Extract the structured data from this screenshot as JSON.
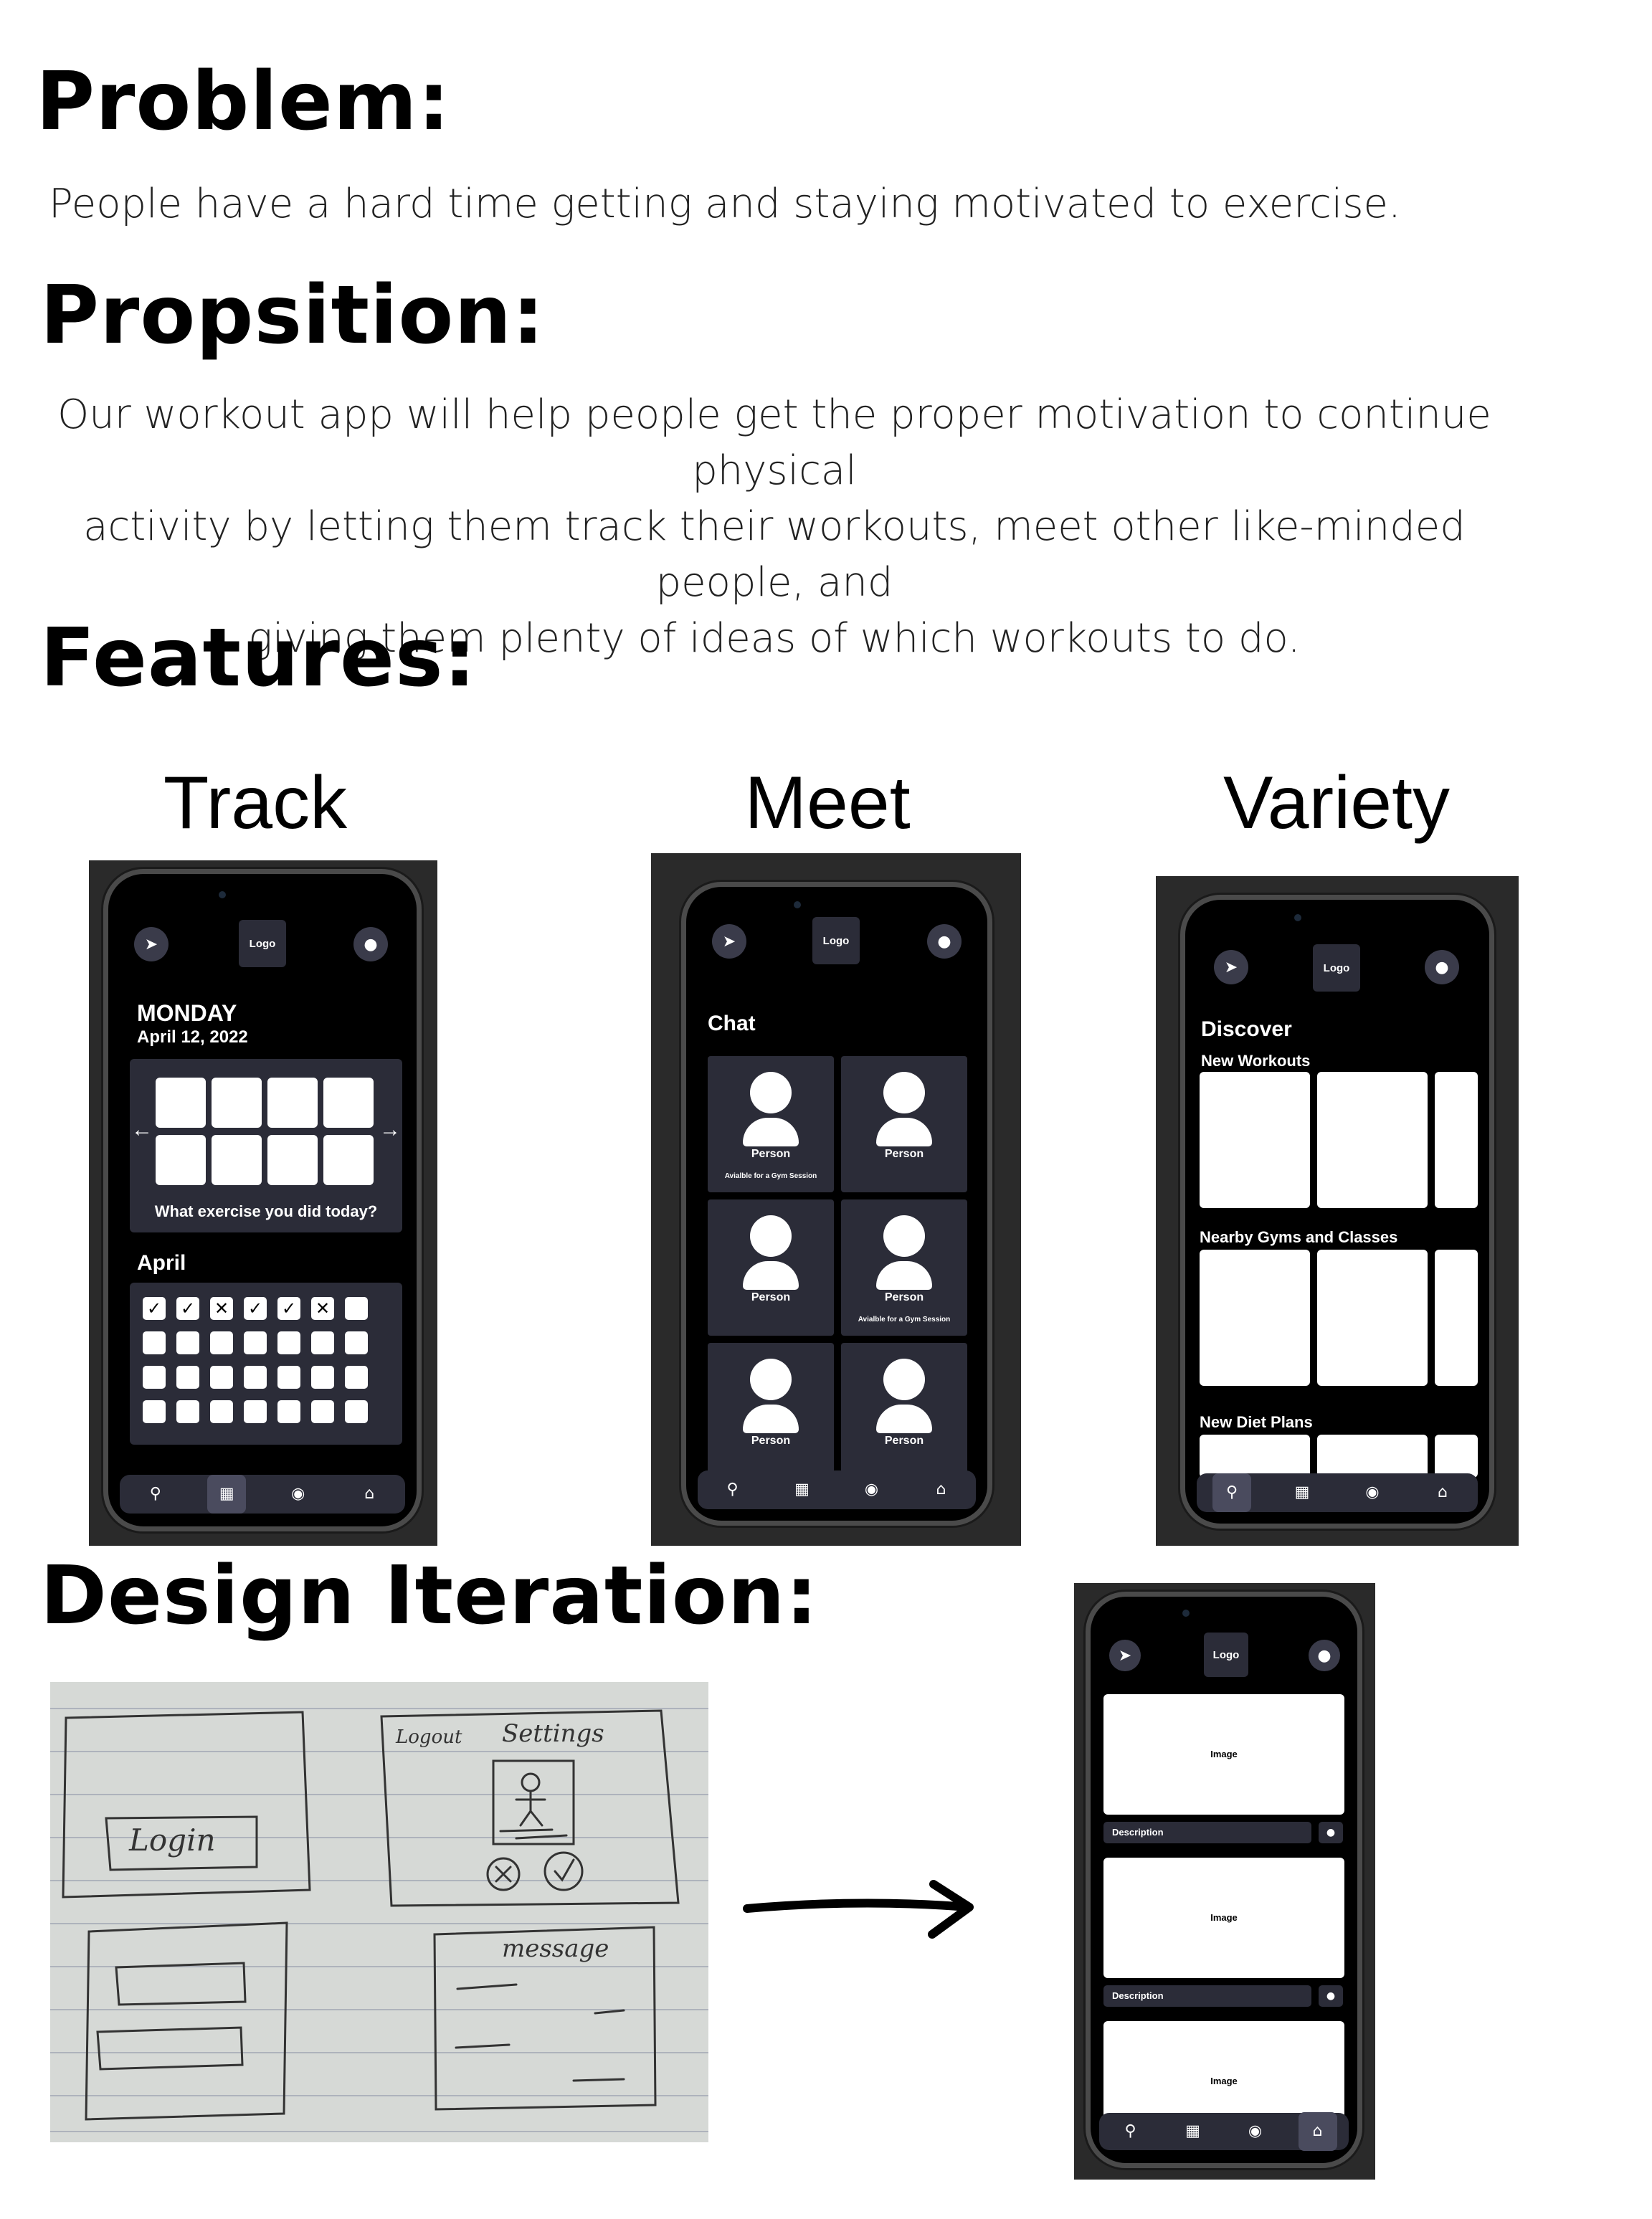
{
  "headings": {
    "problem": "Problem:",
    "proposition": "Propsition:",
    "features": "Features:",
    "design_iteration": "Design Iteration:"
  },
  "problem_text": "People have a hard time getting and staying motivated to exercise.",
  "proposition_lines": [
    "Our workout app will help people get the proper motivation to continue physical",
    "activity by letting them track their workouts, meet other like-minded people, and",
    "giving them plenty of ideas of which workouts to do."
  ],
  "features": {
    "track": "Track",
    "meet": "Meet",
    "variety": "Variety"
  },
  "phone_common": {
    "logo": "Logo",
    "icons": {
      "left": "location-arrow-icon",
      "right": "user-icon",
      "nav": [
        "search-icon",
        "calendar-icon",
        "camera-icon",
        "home-icon"
      ]
    }
  },
  "track": {
    "day": "MONDAY",
    "date": "April 12, 2022",
    "exercise_prompt": "What exercise you did today?",
    "month": "April",
    "first_row_marks": [
      "✓",
      "✓",
      "✕",
      "✓",
      "✓",
      "✕",
      ""
    ],
    "active_nav": 1
  },
  "meet": {
    "title": "Chat",
    "people": [
      {
        "name": "Person",
        "status": "Avialble for a Gym Session"
      },
      {
        "name": "Person",
        "status": ""
      },
      {
        "name": "Person",
        "status": ""
      },
      {
        "name": "Person",
        "status": "Avialble for a Gym Session"
      },
      {
        "name": "Person",
        "status": ""
      },
      {
        "name": "Person",
        "status": ""
      }
    ]
  },
  "variety": {
    "title": "Discover",
    "sections": [
      "New Workouts",
      "Nearby Gyms and Classes",
      "New Diet Plans"
    ],
    "active_nav": 0
  },
  "iteration": {
    "posts": [
      {
        "image": "Image",
        "description": "Description"
      },
      {
        "image": "Image",
        "description": "Description"
      },
      {
        "image": "Image",
        "description": ""
      }
    ],
    "active_nav": 3
  },
  "sketch": {
    "login": "Login",
    "logout": "Logout",
    "settings": "Settings",
    "message": "message"
  }
}
